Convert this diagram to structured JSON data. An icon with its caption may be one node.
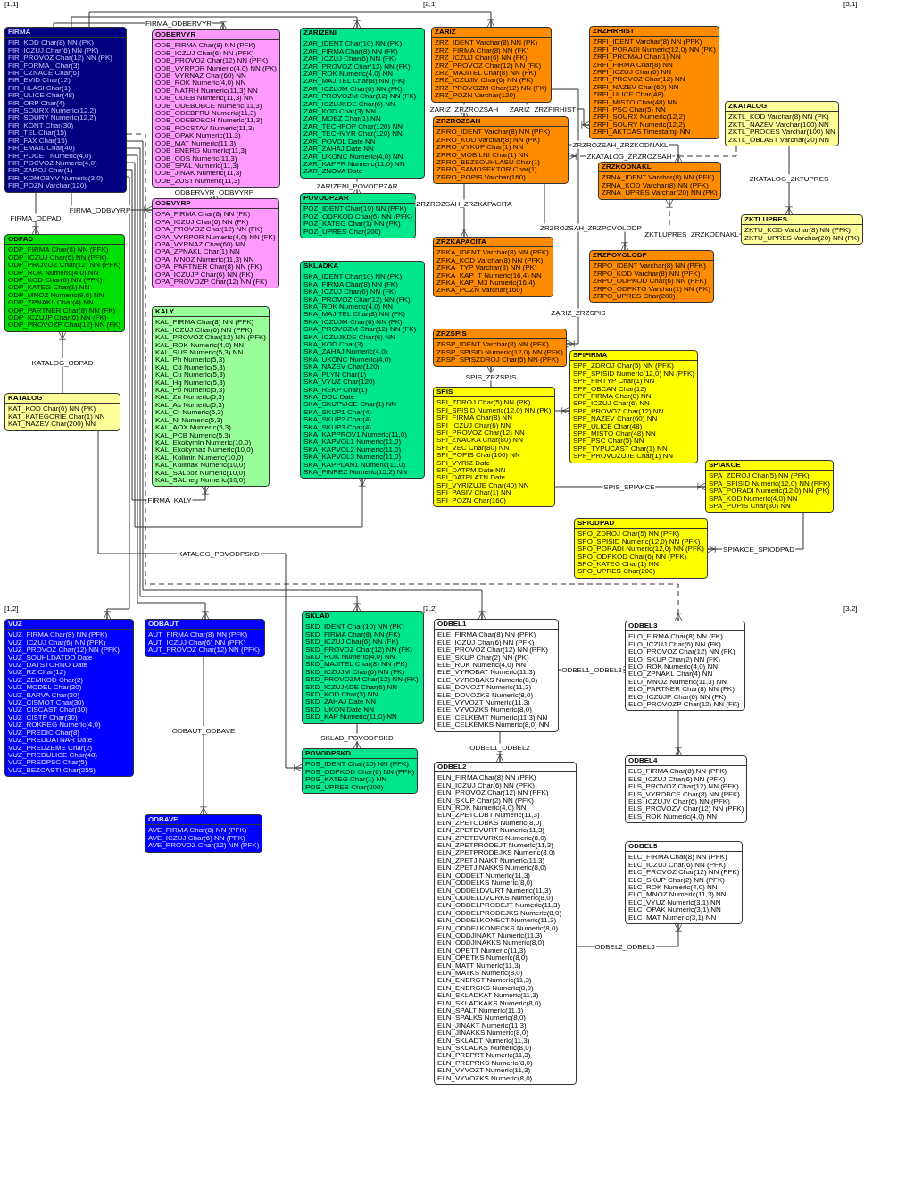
{
  "diagram": {
    "nodes": [
      {
        "text": [
          "FIRMA",
          "FIR_KOD Char(8) NN (PK)",
          "FIR_ICZUJ Char(6) NN (PK)",
          "FIR_PROVOZ Char(12) NN (PK)",
          "FIR_FORMA_ Char(3)",
          "FIR_CZNACE Char(6)",
          "FIR_EVID Char(12)",
          "FIR_HLASI Char(1)",
          "FIR_ULICE Char(48)",
          "FIR_ORP Char(4)",
          "FIR_SOURX Numeric(12,2)",
          "FIR_SOURY Numeric(12,2)",
          "FIR_KONT Char(30)",
          "FIR_TEL Char(15)",
          "FIR_FAX Char(15)",
          "FIR_EMAIL Char(40)",
          "FIR_POCET Numeric(4,0)",
          "FIR_POCVOZ Numeric(4,0)",
          "FIR_ZAPOJ Char(1)",
          "FIR_KOMOBYV Numeric(3,0)",
          "FIR_POZN Varchar(120)"
        ]
      },
      {
        "text": [
          "ODBERVYR",
          "ODB_FIRMA Char(8) NN (PFK)",
          "ODB_ICZUJ Char(6) NN (PFK)",
          "ODB_PROVOZ Char(12) NN (PFK)",
          "ODB_VYRPOR Numeric(4,0) NN (PK)",
          "ODB_VYRNAZ Char(60) NN",
          "ODB_ROK Numeric(4,0) NN",
          "ODB_NATRH Numeric(11,3) NN",
          "ODB_ODEB Numeric(11,3) NN",
          "ODB_ODEBOBCE Numeric(11,3)",
          "ODB_ODEBFRU Numeric(11,3)",
          "ODB_ODEBOBCH Numeric(11,3)",
          "ODB_POCSTAV Numeric(11,3)",
          "ODB_OPAK Numeric(11,3)",
          "ODB_MAT Numeric(11,3)",
          "ODB_ENERG Numeric(11,3)",
          "ODB_ODS Numeric(11,3)",
          "ODB_SPAL Numeric(11,3)",
          "ODB_JINAK Numeric(11,3)",
          "ODB_ZUST Numeric(11,3)"
        ]
      },
      {
        "text": [
          "ZARIZENI",
          "ZAR_IDENT Char(10) NN (PK)",
          "ZAR_FIRMA Char(8) NN (FK)",
          "ZAR_ICZUJ Char(6) NN (FK)",
          "ZAR_PROVOZ Char(12) NN (FK)",
          "ZAR_ROK Numeric(4,0) NN",
          "ZAR_MAJITEL Char(8) NN (FK)",
          "ZAR_ICZUJM Char(6) NN (FK)",
          "ZAR_PROVOZM Char(12) NN (FK)",
          "ZAR_ICZUJKDE Char(6) NN",
          "ZAR_KOD Char(3) NN",
          "ZAR_MOBZ Char(1) NN",
          "ZAR_TECHPOP Char(120) NN",
          "ZAR_TECHVYR Char(120) NN",
          "ZAR_POVOL Date NN",
          "ZAR_ZAHAJ Date NN",
          "ZAR_UKONC Numeric(4,0) NN",
          "ZAR_KAPPR Numeric(11,0) NN",
          "ZAR_ZNOVA Date"
        ]
      },
      {
        "text": [
          "ZARIZ",
          "ZRZ_IDENT Varchar(8) NN (PK)",
          "ZRZ_FIRMA Char(8) NN (FK)",
          "ZRZ_ICZUJ Char(6) NN (FK)",
          "ZRZ_PROVOZ Char(12) NN (FK)",
          "ZRZ_MAJITEL Char(8) NN (FK)",
          "ZRZ_ICZUJM Char(6) NN (FK)",
          "ZRZ_PROVOZM Char(12) NN (FK)",
          "ZRZ_POZN Varchar(120)"
        ]
      },
      {
        "text": [
          "ZRZFIRHIST",
          "ZRFI_IDENT Varchar(8) NN (PFK)",
          "ZRFI_PORADI Numeric(12,0) NN (PK)",
          "ZRFI_PROMAJ Char(1) NN",
          "ZRFI_FIRMA Char(8) NN",
          "ZRFI_ICZUJ Char(6) NN",
          "ZRFI_PROVOZ Char(12) NN",
          "ZRFI_NAZEV Char(60) NN",
          "ZRFI_ULICE Char(48)",
          "ZRFI_MISTO Char(48) NN",
          "ZRFI_PSC Char(5) NN",
          "ZRFI_SOURX Numeric(12,2)",
          "ZRFI_SOURY Numeric(12,2)",
          "ZRFI_AKTCAS Timestamp NN"
        ]
      },
      {
        "text": [
          "ZKATALOG",
          "ZKTL_KOD Varchar(8) NN (PK)",
          "ZKTL_NAZEV Varchar(100) NN",
          "ZKTL_PROCES Varchar(100) NN",
          "ZKTL_OBLAST Varchar(20) NN"
        ]
      },
      {
        "text": [
          "ODBVYRP",
          "OPA_FIRMA Char(8) NN (FK)",
          "OPA_ICZUJ Char(6) NN (FK)",
          "OPA_PROVOZ Char(12) NN (FK)",
          "OPA_VYRPOR Numeric(4,0) NN (FK)",
          "OPA_VYRNAZ Char(60) NN",
          "OPA_ZPNAKL Char(1) NN",
          "OPA_MNOZ Numeric(11,3) NN",
          "OPA_PARTNER Char(8) NN (FK)",
          "OPA_ICZUJP Char(6) NN (FK)",
          "OPA_PROVOZP Char(12) NN (FK)"
        ]
      },
      {
        "text": [
          "POVODPZAR",
          "POZ_IDENT Char(10) NN (PFK)",
          "POZ_ODPKOD Char(6) NN (PFK)",
          "POZ_KATEG Char(1) NN (PK)",
          "POZ_UPRES Char(200)"
        ]
      },
      {
        "text": [
          "ZRZROZSAH",
          "ZRRO_IDENT Varchar(8) NN (PFK)",
          "ZRRO_KOD Varchar(8) NN (PK)",
          "ZRRO_VYKUP Char(1) NN",
          "ZRRO_MOBILNI Char(1) NN",
          "ZRRO_BEZSOUHLASU Char(1)",
          "ZRRO_SAMOSEKTOR Char(1)",
          "ZRRO_POPIS Varchar(160)"
        ]
      },
      {
        "text": [
          "ZRZKODNAKL",
          "ZRNA_IDENT Varchar(8) NN (PFK)",
          "ZRNA_KOD Varchar(8) NN (PFK)",
          "ZRNA_UPRES Varchar(20) NN (PK)"
        ]
      },
      {
        "text": [
          "ZKTLUPRES",
          "ZKTU_KOD Varchar(8) NN (PFK)",
          "ZKTU_UPRES Varchar(20) NN (PK)"
        ]
      },
      {
        "text": [
          "ODPAD",
          "ODP_FIRMA Char(8) NN (PFK)",
          "ODP_ICZUJ Char(6) NN (PFK)",
          "ODP_PROVOZ Char(12) NN (PFK)",
          "ODP_ROK Numeric(4,0) NN",
          "ODP_KOD Char(6) NN (PFK)",
          "ODP_KATEG Char(1) NN",
          "ODP_MNOZ Numeric(9,6) NN",
          "ODP_ZPNAKL Char(4) NN",
          "ODP_PARTNER Char(8) NN (FK)",
          "ODP_ICZUJP Char(6) NN (FK)",
          "ODP_PROVOZP Char(12) NN (FK)"
        ]
      },
      {
        "text": [
          "SKLADKA",
          "SKA_IDENT Char(10) NN (PK)",
          "SKA_FIRMA Char(8) NN (FK)",
          "SKA_ICZUJ Char(6) NN (FK)",
          "SKA_PROVOZ Char(12) NN (FK)",
          "SKA_ROK Numeric(4,0) NN",
          "SKA_MAJITEL Char(8) NN (FK)",
          "SKA_ICZUJM Char(6) NN (FK)",
          "SKA_PROVOZM Char(12) NN (FK)",
          "SKA_ICZUJKDE Char(6) NN",
          "SKA_KOD Char(3)",
          "SKA_ZAHAJ Numeric(4,0)",
          "SKA_UKONC Numeric(4,0)",
          "SKA_NAZEV Char(120)",
          "SKA_PLYN Char(1)",
          "SKA_VYUZ Char(120)",
          "SKA_REKP Char(1)",
          "SKA_DOU Date",
          "SKA_SKUPVICE Char(1) NN",
          "SKA_SKUP1 Char(4)",
          "SKA_SKUP2 Char(4)",
          "SKA_SKUP3 Char(4)",
          "SKA_KAPPROV1 Numeric(11,0)",
          "SKA_KAPVOL1 Numeric(11,0)",
          "SKA_KAPVOL2 Numeric(11,0)",
          "SKA_KAPVOL3 Numeric(11,0)",
          "SKA_KAPPLAN1 Numeric(11,0)",
          "SKA_FINREZ Numeric(15,2) NN"
        ]
      },
      {
        "text": [
          "ZRZKAPACITA",
          "ZRKA_IDENT Varchar(8) NN (PFK)",
          "ZRKA_KOD Varchar(8) NN (PFK)",
          "ZRKA_TYP Varchar(8) NN (PK)",
          "ZRKA_KAP_T Numeric(16,4) NN",
          "ZRKA_KAP_M3 Numeric(16,4)",
          "ZRKA_POZN Varchar(160)"
        ]
      },
      {
        "text": [
          "ZRZPOVOLODP",
          "ZRPO_IDENT Varchar(8) NN (PFK)",
          "ZRPO_KOD Varchar(8) NN (PFK)",
          "ZRPO_ODPKOD Char(6) NN (PFK)",
          "ZRPO_ODPKTG Varchar(1) NN (PK)",
          "ZRPO_UPRES Char(200)"
        ]
      },
      {
        "text": [
          "KALY",
          "KAL_FIRMA Char(8) NN (PFK)",
          "KAL_ICZUJ Char(6) NN (PFK)",
          "KAL_PROVOZ Char(12) NN (PFK)",
          "KAL_ROK Numeric(4,0) NN",
          "KAL_SUS Numeric(5,3) NN",
          "KAL_Ph Numeric(5,3)",
          "KAL_Cd Numeric(5,3)",
          "KAL_Cu Numeric(5,3)",
          "KAL_Hg Numeric(5,3)",
          "KAL_Pb Numeric(5,3)",
          "KAL_Zn Numeric(5,3)",
          "KAL_As Numeric(5,3)",
          "KAL_Cr Numeric(5,3)",
          "KAL_Ni Numeric(5,3)",
          "KAL_AOX Numeric(5,3)",
          "KAL_PCB Numeric(5,3)",
          "KAL_Ekokymin Numeric(10,0)",
          "KAL_Ekokymax Numeric(10,0)",
          "KAL_Kolimin Numeric(10,0)",
          "KAL_Kolimax Numeric(10,0)",
          "KAL_SALpoz Numeric(10,0)",
          "KAL_SALneg Numeric(10,0)"
        ]
      },
      {
        "text": [
          "KATALOG",
          "KAT_KOD Char(6) NN (PK)",
          "KAT_KATEGORIE Char(1) NN",
          "KAT_NAZEV Char(200) NN"
        ]
      },
      {
        "text": [
          "ZRZSPIS",
          "ZRSP_IDENT Varchar(8) NN (PFK)",
          "ZRSP_SPISID Numeric(12,0) NN (PFK)",
          "ZRSP_SPISZDROJ Char(5) NN (PFK)"
        ]
      },
      {
        "text": [
          "SPIFIRMA",
          "SPF_ZDROJ Char(5) NN (PFK)",
          "SPF_SPISID Numeric(12,0) NN (PFK)",
          "SPF_FIRTYP Char(1) NN",
          "SPF_OBCAN Char(12)",
          "SPF_FIRMA Char(8) NN",
          "SPF_ICZUJ Char(6) NN",
          "SPF_PROVOZ Char(12) NN",
          "SPF_NAZEV Char(60) NN",
          "SPF_ULICE Char(48)",
          "SPF_MISTO Char(48) NN",
          "SPF_PSC Char(5) NN",
          "SPF_TYPUCAST Char(1) NN",
          "SPF_PROVOZUJE Char(1) NN"
        ]
      },
      {
        "text": [
          "SPIS",
          "SPI_ZDROJ Char(5) NN (PK)",
          "SPI_SPISID Numeric(12,0) NN (PK)",
          "SPI_FIRMA Char(8) NN",
          "SPI_ICZUJ Char(6) NN",
          "SPI_PROVOZ Char(12) NN",
          "SPI_ZNACKA Char(80) NN",
          "SPI_VEC Char(80) NN",
          "SPI_POPIS Char(100) NN",
          "SPI_VYRIZ Date",
          "SPI_DATPM Date NN",
          "SPI_DATPLATN Date",
          "SPI_VYRIZUJE Char(40) NN",
          "SPI_PASIV Char(1) NN",
          "SPI_POZN Char(160)"
        ]
      },
      {
        "text": [
          "SPIAKCE",
          "SPA_ZDROJ Char(5) NN (PFK)",
          "SPA_SPISID Numeric(12,0) NN (PFK)",
          "SPA_PORADI Numeric(12,0) NN (PK)",
          "SPA_KOD Numeric(4,0) NN",
          "SPA_POPIS Char(80) NN"
        ]
      },
      {
        "text": [
          "SPIODPAD",
          "SPO_ZDROJ Char(5) NN (PFK)",
          "SPO_SPISID Numeric(12,0) NN (PFK)",
          "SPO_PORADI Numeric(12,0) NN (PFK)",
          "SPO_ODPKOD Char(6) NN (PFK)",
          "SPO_KATEG Char(1) NN",
          "SPO_UPRES Char(200)"
        ]
      },
      {
        "text": [
          "VUZ",
          "VUZ_FIRMA Char(8) NN (PFK)",
          "VUZ_ICZUJ Char(6) NN (PFK)",
          "VUZ_PROVOZ Char(12) NN (PFK)",
          "VUZ_SOUHLDATDO Date",
          "VUZ_DATSTORNO Date",
          "VUZ_RZ Char(12)",
          "VUZ_ZEMKOD Char(2)",
          "VUZ_MODEL Char(30)",
          "VUZ_BARVA Char(30)",
          "VUZ_CISMOT Char(30)",
          "VUZ_CISCAST Char(30)",
          "VUZ_CISTP Char(30)",
          "VUZ_ROKREG Numeric(4,0)",
          "VUZ_PREDIC Char(8)",
          "VUZ_PREDDATNAR Date",
          "VUZ_PREDZEME Char(2)",
          "VUZ_PREDULICE Char(48)",
          "VUZ_PREDPSC Char(5)",
          "VUZ_BEZCASTI Char(255)"
        ]
      },
      {
        "text": [
          "ODBAUT",
          "AUT_FIRMA Char(8) NN (PFK)",
          "AUT_ICZUJ Char(6) NN (PFK)",
          "AUT_PROVOZ Char(12) NN (PFK)"
        ]
      },
      {
        "text": [
          "ODBAVE",
          "AVE_FIRMA Char(8) NN (PFK)",
          "AVE_ICZUJ Char(6) NN (PFK)",
          "AVE_PROVOZ Char(12) NN (PFK)"
        ]
      },
      {
        "text": [
          "SKLAD",
          "SKD_IDENT Char(10) NN (PK)",
          "SKD_FIRMA Char(8) NN (FK)",
          "SKD_ICZUJ Char(6) NN (FK)",
          "SKD_PROVOZ Char(12) NN (FK)",
          "SKD_ROK Numeric(4,0) NN",
          "SKD_MAJITEL Char(8) NN (FK)",
          "SKD_ICZUJM Char(6) NN (FK)",
          "SKD_PROVOZM Char(12) NN (FK)",
          "SKD_ICZUJKDE Char(6) NN",
          "SKD_KOD Char(3) NN",
          "SKD_ZAHAJ Date NN",
          "SKD_UKON Date NN",
          "SKD_KAP Numeric(11,0) NN"
        ]
      },
      {
        "text": [
          "POVODPSKD",
          "POS_IDENT Char(10) NN (PFK)",
          "POS_ODPKOD Char(6) NN (PFK)",
          "POS_KATEG Char(1) NN",
          "POS_UPRES Char(200)"
        ]
      },
      {
        "text": [
          "ODBEL1",
          "ELE_FIRMA Char(8) NN (PFK)",
          "ELE_ICZUJ Char(6) NN (PFK)",
          "ELE_PROVOZ Char(12) NN (PFK)",
          "ELE_SKUP Char(2) NN (PK)",
          "ELE_ROK Numeric(4,0) NN",
          "ELE_VYROBAT Numeric(11,3)",
          "ELE_VYROBAKS Numeric(8,0)",
          "ELE_DOVOZT Numeric(11,3)",
          "ELE_DOVOZKS Numeric(8,0)",
          "ELE_VYVOZT Numeric(11,3)",
          "ELE_VYVOZKS Numeric(8,0)",
          "ELE_CELKEMT Numeric(11,3) NN",
          "ELE_CELKEMKS Numeric(8,0) NN"
        ]
      },
      {
        "text": [
          "ODBEL3",
          "ELO_FIRMA Char(8) NN (FK)",
          "ELO_ICZUJ Char(6) NN (FK)",
          "ELO_PROVOZ Char(12) NN (FK)",
          "ELO_SKUP Char(2) NN (FK)",
          "ELO_ROK Numeric(4,0) NN",
          "ELO_ZPNAKL Char(4) NN",
          "ELO_MNOZ Numeric(11,3) NN",
          "ELO_PARTNER Char(8) NN (FK)",
          "ELO_ICZUJP Char(6) NN (FK)",
          "ELO_PROVOZP Char(12) NN (FK)"
        ]
      },
      {
        "text": [
          "ODBEL2",
          "ELN_FIRMA Char(8) NN (PFK)",
          "ELN_ICZUJ Char(6) NN (PFK)",
          "ELN_PROVOZ Char(12) NN (PFK)",
          "ELN_SKUP Char(2) NN (PFK)",
          "ELN_ROK Numeric(4,0) NN",
          "ELN_ZPETODBT Numeric(11,3)",
          "ELN_ZPETODBKS Numeric(8,0)",
          "ELN_ZPETDVURT Numeric(11,3)",
          "ELN_ZPETDVURKS Numeric(8,0)",
          "ELN_ZPETPRODEJT Numeric(11,3)",
          "ELN_ZPETPRODEJKS Numeric(8,0)",
          "ELN_ZPETJINAKT Numeric(11,3)",
          "ELN_ZPETJINAKKS Numeric(8,0)",
          "ELN_ODDELT Numeric(11,3)",
          "ELN_ODDELKS Numeric(8,0)",
          "ELN_ODDELDVURT Numeric(11,3)",
          "ELN_ODDELDVURKS Numeric(8,0)",
          "ELN_ODDELPRODEJT Numeric(11,3)",
          "ELN_ODDELPRODEJKS Numeric(8,0)",
          "ELN_ODDELKONECT Numeric(11,3)",
          "ELN_ODDELKONECKS Numeric(8,0)",
          "ELN_ODDJINAKT Numeric(11,3)",
          "ELN_ODDJINAKKS Numeric(8,0)",
          "ELN_OPETT Numeric(11,3)",
          "ELN_OPETKS Numeric(8,0)",
          "ELN_MATT Numeric(11,3)",
          "ELN_MATKS Numeric(8,0)",
          "ELN_ENERGT Numeric(11,3)",
          "ELN_ENERGKS Numeric(8,0)",
          "ELN_SKLADKAT Numeric(11,3)",
          "ELN_SKLADKAKS Numeric(8,0)",
          "ELN_SPALT Numeric(11,3)",
          "ELN_SPALKS Numeric(8,0)",
          "ELN_JINAKT Numeric(11,3)",
          "ELN_JINAKKS Numeric(8,0)",
          "ELN_SKLADT Numeric(11,3)",
          "ELN_SKLADKS Numeric(8,0)",
          "ELN_PREPRT Numeric(11,3)",
          "ELN_PREPRKS Numeric(8,0)",
          "ELN_VYVOZT Numeric(11,3)",
          "ELN_VYVOZKS Numeric(8,0)"
        ]
      },
      {
        "text": [
          "ODBEL4",
          "ELS_FIRMA Char(8) NN (PFK)",
          "ELS_ICZUJ Char(6) NN (PFK)",
          "ELS_PROVOZ Char(12) NN (PFK)",
          "ELS_VYROBCE Char(8) NN (PFK)",
          "ELS_ICZUJV Char(6) NN (PFK)",
          "ELS_PROVOZV Char(12) NN (PFK)",
          "ELS_ROK Numeric(4,0) NN"
        ]
      },
      {
        "text": [
          "ODBEL5",
          "ELC_FIRMA Char(8) NN (PFK)",
          "ELC_ICZUJ Char(6) NN (PFK)",
          "ELC_PROVOZ Char(12) NN (PFK)",
          "ELC_SKUP Char(2) NN (PFK)",
          "ELC_ROK Numeric(4,0) NN",
          "ELC_MNOZ Numeric(11,3) NN",
          "ELC_VYUZ Numeric(3,1) NN",
          "ELC_OPAK Numeric(3,1) NN",
          "ELC_MAT Numeric(3,1) NN"
        ]
      }
    ],
    "edges": [
      {
        "from": 0,
        "to": 1,
        "arrow": "other",
        "label": "FIRMA_ODBERVYR"
      },
      {
        "from": 0,
        "to": 6,
        "arrow": "other",
        "label": "FIRMA_ODBVYRP"
      },
      {
        "from": 1,
        "to": 6,
        "arrow": "other",
        "label": "ODBERVYR_ODBVYRP"
      },
      {
        "from": 0,
        "to": 11,
        "arrow": "other",
        "label": "FIRMA_ODPAD"
      },
      {
        "from": 0,
        "to": 15,
        "arrow": "other",
        "label": "FIRMA_KALY"
      },
      {
        "from": 16,
        "to": 11,
        "arrow": "other",
        "label": "KATALOG_ODPAD"
      },
      {
        "from": 16,
        "to": 26,
        "arrow": "other",
        "label": "KATALOG_POVODPSKD"
      },
      {
        "from": 0,
        "to": 2,
        "arrow": "other"
      },
      {
        "from": 2,
        "to": 7,
        "arrow": "other",
        "label": "ZARIZENI_POVODPZAR"
      },
      {
        "from": 0,
        "to": 3,
        "arrow": "other"
      },
      {
        "from": 3,
        "to": 4,
        "arrow": "other",
        "label": "ZARIZ_ZRZFIRHIST"
      },
      {
        "from": 3,
        "to": 8,
        "arrow": "other",
        "label": "ZARIZ_ZRZROZSAH"
      },
      {
        "from": 8,
        "to": 9,
        "arrow": "other",
        "label": "ZRZROZSAH_ZRZKODNAKL"
      },
      {
        "from": 8,
        "to": 14,
        "arrow": "other",
        "label": "ZRZROZSAH_ZRZPOVOLODP"
      },
      {
        "from": 8,
        "to": 13,
        "arrow": "other",
        "label": "ZRZROZSAH_ZRZKAPACITA"
      },
      {
        "from": 3,
        "to": 17,
        "arrow": "other",
        "label": "ZARIZ_ZRZSPIS"
      },
      {
        "from": 5,
        "to": 8,
        "arrow": "other",
        "label": "ZKATALOG_ZRZROZSAH",
        "style": "dashed"
      },
      {
        "from": 5,
        "to": 10,
        "arrow": "other",
        "label": "ZKATALOG_ZKTUPRES"
      },
      {
        "from": 10,
        "to": 9,
        "arrow": "other",
        "label": "ZKTLUPRES_ZRZKODNAKL",
        "style": "dashed"
      },
      {
        "from": 19,
        "to": 17,
        "arrow": "other",
        "label": "SPIS_ZRZSPIS"
      },
      {
        "from": 19,
        "to": 18,
        "arrow": "other"
      },
      {
        "from": 19,
        "to": 20,
        "arrow": "other",
        "label": "SPIS_SPIAKCE"
      },
      {
        "from": 20,
        "to": 21,
        "arrow": "other",
        "label": "SPIAKCE_SPIODPAD"
      },
      {
        "from": 0,
        "to": 12,
        "arrow": "other"
      },
      {
        "from": 25,
        "to": 26,
        "arrow": "other",
        "label": "SKLAD_POVODPSKD"
      },
      {
        "from": 23,
        "to": 24,
        "arrow": "other",
        "label": "ODBAUT_ODBAVE"
      },
      {
        "from": 0,
        "to": 22,
        "arrow": "other"
      },
      {
        "from": 0,
        "to": 23,
        "arrow": "other"
      },
      {
        "from": 27,
        "to": 29,
        "arrow": "other",
        "label": "ODBEL1_ODBEL2"
      },
      {
        "from": 27,
        "to": 28,
        "arrow": "other",
        "label": "ODBEL1_ODBEL3"
      },
      {
        "from": 29,
        "to": 31,
        "arrow": "other",
        "label": "ODBEL2_ODBEL5"
      },
      {
        "from": 28,
        "to": 30,
        "arrow": "other"
      },
      {
        "from": 0,
        "to": 25,
        "arrow": "other"
      },
      {
        "from": 0,
        "to": 27,
        "arrow": "other"
      },
      {
        "from": 0,
        "to": 28,
        "arrow": "other",
        "style": "dashed"
      }
    ],
    "labels": [
      "[1,1]",
      "[2,1]",
      "[3,1]",
      "[1,2]",
      "[2,2]",
      "[3,2]"
    ]
  }
}
